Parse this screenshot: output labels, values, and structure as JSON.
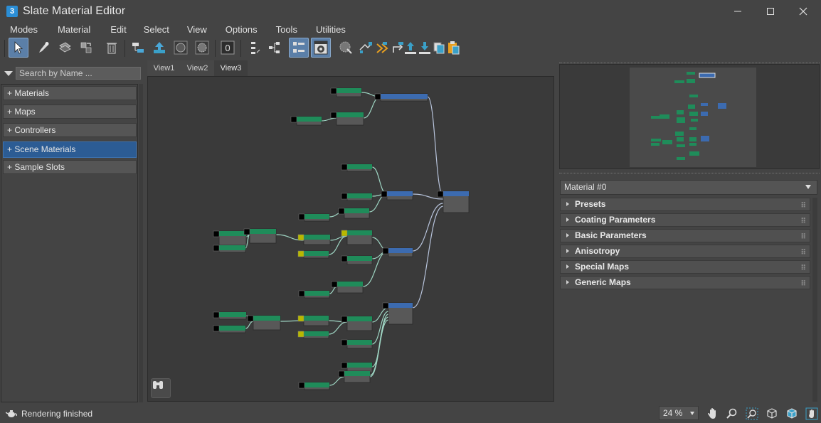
{
  "window": {
    "title": "Slate Material Editor",
    "icon_label": "3",
    "controls": [
      "minimize-icon",
      "maximize-icon",
      "close-icon"
    ]
  },
  "menu": {
    "items": [
      "Modes",
      "Material",
      "Edit",
      "Select",
      "View",
      "Options",
      "Tools",
      "Utilities"
    ]
  },
  "toolbar": {
    "icons": [
      "select-arrow-icon",
      "eyedropper-icon",
      "pick-material-icon",
      "put-to-scene-icon",
      "delete-icon",
      "layout-all-icon",
      "assign-icon",
      "show-map-icon",
      "show-background-icon",
      "material-id-icon",
      "layout-icon",
      "layout-children-icon",
      "material-map-browser-icon",
      "parameter-editor-icon",
      "select-by-material-icon",
      "move-children-icon",
      "hide-unused-icon",
      "show-end-result-icon",
      "export-icon",
      "import-icon",
      "copy-icon",
      "paste-icon"
    ],
    "material_id": "0"
  },
  "browser": {
    "search_placeholder": "Search by Name ...",
    "items": [
      {
        "label": "+ Materials",
        "selected": false
      },
      {
        "label": "+ Maps",
        "selected": false
      },
      {
        "label": "+ Controllers",
        "selected": false
      },
      {
        "label": "+ Scene Materials",
        "selected": true
      },
      {
        "label": "+ Sample Slots",
        "selected": false
      }
    ]
  },
  "views": {
    "tabs": [
      {
        "label": "View1",
        "active": false
      },
      {
        "label": "View2",
        "active": false
      },
      {
        "label": "View3",
        "active": true
      }
    ]
  },
  "graph": {
    "colors": {
      "map": "#1f8c5a",
      "material": "#3c6bb0",
      "body": "#585858",
      "wire": "#9fd6c4",
      "wire_out": "#b8c4dc"
    },
    "nav_icon": "binoculars-icon"
  },
  "parameters": {
    "material_name": "Material #0",
    "rollouts": [
      "Presets",
      "Coating Parameters",
      "Basic Parameters",
      "Anisotropy",
      "Special Maps",
      "Generic Maps"
    ]
  },
  "status": {
    "text": "Rendering finished",
    "icon": "teapot-icon",
    "zoom": "24 %",
    "nav_icons": [
      "pan-hand-icon",
      "zoom-icon",
      "zoom-region-icon",
      "zoom-extents-icon",
      "zoom-extents-selected-icon",
      "pan-to-selected-icon"
    ]
  }
}
